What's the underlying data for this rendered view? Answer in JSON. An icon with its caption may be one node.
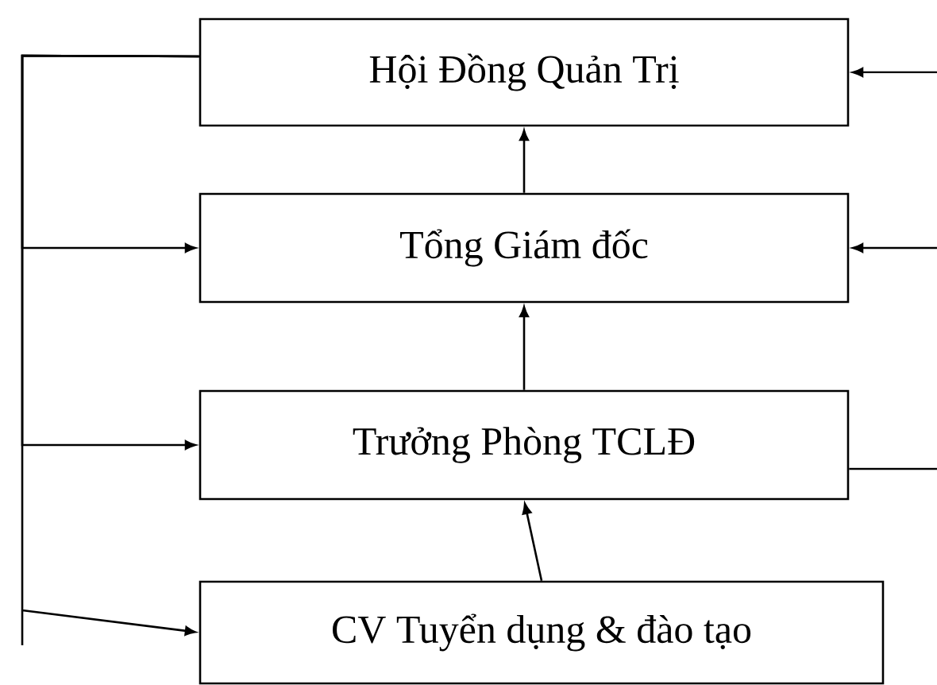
{
  "diagram": {
    "nodes": [
      {
        "text": [
          "Hội Đồng Quản Trị"
        ]
      },
      {
        "text": [
          "Tổng Giám đốc"
        ]
      },
      {
        "text": [
          "Trưởng Phòng TCLĐ"
        ]
      },
      {
        "text": [
          "CV Tuyển dụng & đào tạo"
        ]
      }
    ],
    "edges": [
      {
        "from": 1,
        "to": 0,
        "arrow": "to"
      },
      {
        "from": 2,
        "to": 1,
        "arrow": "to"
      },
      {
        "from": 3,
        "to": 2,
        "arrow": "to"
      },
      {
        "from": 0,
        "to": 1,
        "arrow": "to"
      },
      {
        "from": 0,
        "to": 2,
        "arrow": "to"
      },
      {
        "from": 0,
        "to": 3,
        "arrow": "to"
      },
      {
        "from": null,
        "to": 0,
        "arrow": "to"
      },
      {
        "from": null,
        "to": 1,
        "arrow": "to"
      },
      {
        "from": 2,
        "to": null,
        "arrow": "none"
      }
    ]
  }
}
